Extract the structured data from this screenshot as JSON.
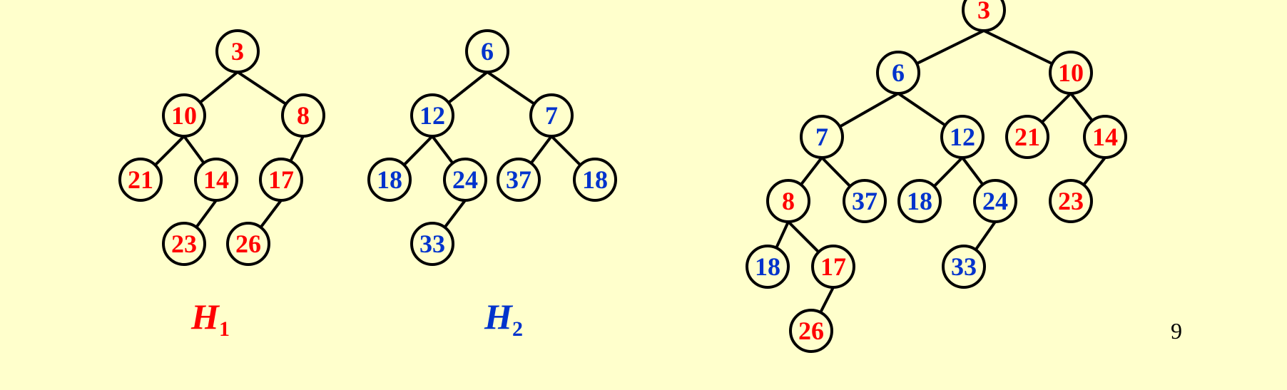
{
  "colors": {
    "red": "#ff0000",
    "blue": "#0033cc",
    "black": "#000000",
    "background": "#ffffcc"
  },
  "trees": [
    {
      "id": "h1",
      "label": {
        "letter": "H",
        "sub": "1",
        "color": "red"
      },
      "nodes": [
        {
          "id": "a",
          "value": "3",
          "color": "red"
        },
        {
          "id": "b",
          "value": "10",
          "color": "red",
          "parent": "a"
        },
        {
          "id": "c",
          "value": "8",
          "color": "red",
          "parent": "a"
        },
        {
          "id": "d",
          "value": "21",
          "color": "red",
          "parent": "b"
        },
        {
          "id": "e",
          "value": "14",
          "color": "red",
          "parent": "b"
        },
        {
          "id": "f",
          "value": "17",
          "color": "red",
          "parent": "c"
        },
        {
          "id": "g",
          "value": "23",
          "color": "red",
          "parent": "e"
        },
        {
          "id": "h",
          "value": "26",
          "color": "red",
          "parent": "f"
        }
      ]
    },
    {
      "id": "h2",
      "label": {
        "letter": "H",
        "sub": "2",
        "color": "blue"
      },
      "nodes": [
        {
          "id": "a",
          "value": "6",
          "color": "blue"
        },
        {
          "id": "b",
          "value": "12",
          "color": "blue",
          "parent": "a"
        },
        {
          "id": "c",
          "value": "7",
          "color": "blue",
          "parent": "a"
        },
        {
          "id": "d",
          "value": "18",
          "color": "blue",
          "parent": "b"
        },
        {
          "id": "e",
          "value": "24",
          "color": "blue",
          "parent": "b"
        },
        {
          "id": "f",
          "value": "37",
          "color": "blue",
          "parent": "c"
        },
        {
          "id": "g",
          "value": "18",
          "color": "blue",
          "parent": "c"
        },
        {
          "id": "h",
          "value": "33",
          "color": "blue",
          "parent": "e"
        }
      ]
    },
    {
      "id": "merged",
      "nodes": [
        {
          "id": "r",
          "value": "3",
          "color": "red"
        },
        {
          "id": "n6",
          "value": "6",
          "color": "blue",
          "parent": "r"
        },
        {
          "id": "n10",
          "value": "10",
          "color": "red",
          "parent": "r"
        },
        {
          "id": "n7",
          "value": "7",
          "color": "blue",
          "parent": "n6"
        },
        {
          "id": "n12",
          "value": "12",
          "color": "blue",
          "parent": "n6"
        },
        {
          "id": "n21",
          "value": "21",
          "color": "red",
          "parent": "n10"
        },
        {
          "id": "n14",
          "value": "14",
          "color": "red",
          "parent": "n10"
        },
        {
          "id": "n8",
          "value": "8",
          "color": "red",
          "parent": "n7"
        },
        {
          "id": "n37",
          "value": "37",
          "color": "blue",
          "parent": "n7"
        },
        {
          "id": "n18b",
          "value": "18",
          "color": "blue",
          "parent": "n12"
        },
        {
          "id": "n24",
          "value": "24",
          "color": "blue",
          "parent": "n12"
        },
        {
          "id": "n23",
          "value": "23",
          "color": "red",
          "parent": "n14"
        },
        {
          "id": "n18a",
          "value": "18",
          "color": "blue",
          "parent": "n8"
        },
        {
          "id": "n17",
          "value": "17",
          "color": "red",
          "parent": "n8"
        },
        {
          "id": "n33",
          "value": "33",
          "color": "blue",
          "parent": "n24"
        },
        {
          "id": "n26",
          "value": "26",
          "color": "red",
          "parent": "n17"
        }
      ]
    }
  ],
  "page_number": "9"
}
